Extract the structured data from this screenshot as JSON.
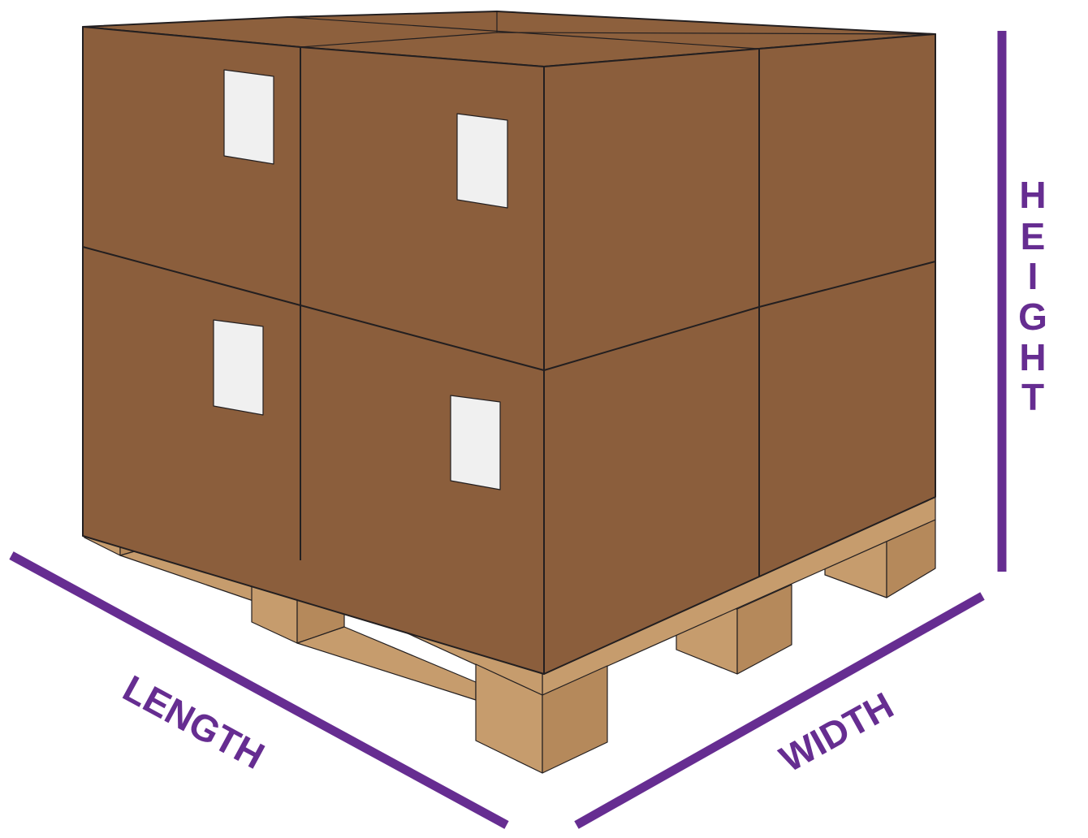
{
  "diagram": {
    "labels": {
      "length": "LENGTH",
      "width": "WIDTH",
      "height_letters": [
        "H",
        "E",
        "I",
        "G",
        "H",
        "T"
      ]
    },
    "colors": {
      "dimension": "#662d91",
      "box_front": "#8b5e3c",
      "box_side": "#8b5e3c",
      "box_top": "#8d603d",
      "label_sticker": "#f0f0f0",
      "pallet_light": "#c69c6d",
      "pallet_dark": "#b5895b",
      "outline": "#231f20"
    }
  }
}
